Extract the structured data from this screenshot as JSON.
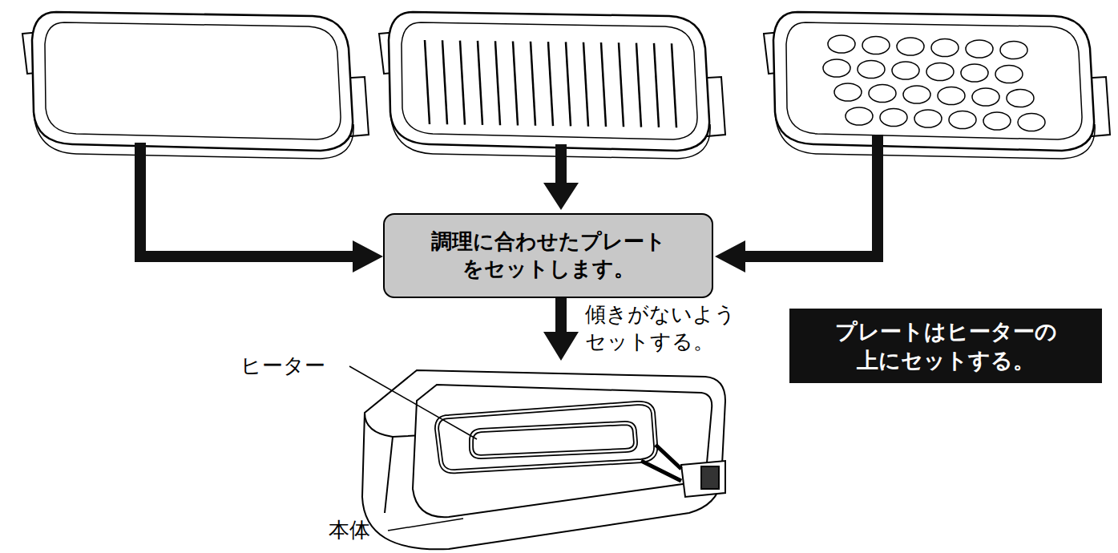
{
  "diagram": {
    "nodes": [
      {
        "text": [
          "調理に合わせたプレート をセットします。"
        ]
      },
      {
        "text": [
          "プレートはヒーターの 上にセットする。"
        ]
      }
    ],
    "labels": [
      "傾きがないよう セットする。",
      "ヒーター",
      "本体"
    ]
  }
}
